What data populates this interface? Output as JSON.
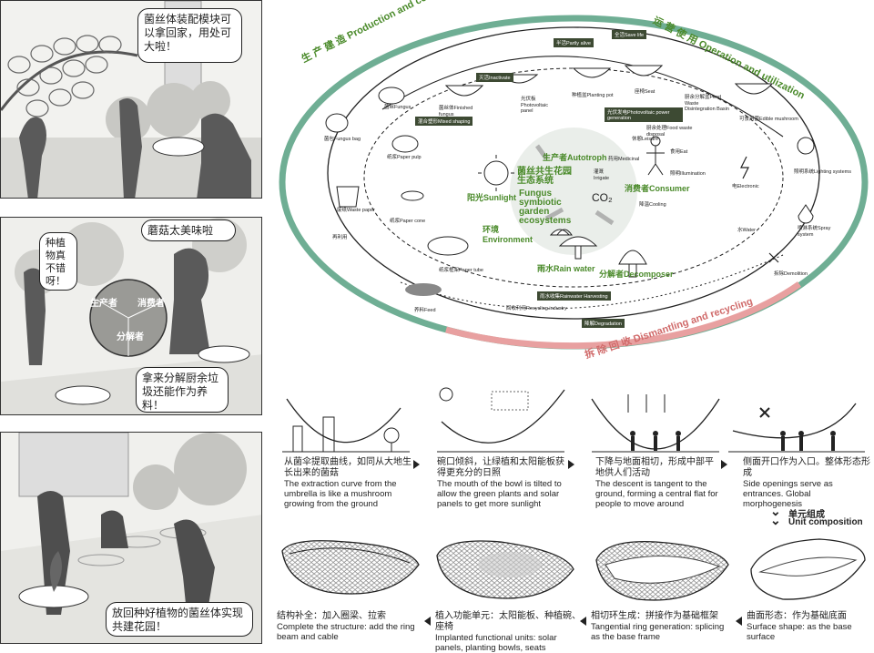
{
  "comic": {
    "panel1": {
      "bubble": "菌丝体装配模块可以拿回家，用处可大啦！"
    },
    "panel2": {
      "bubble_a": "种植物真不错呀！",
      "bubble_b": "蘑菇太美味啦",
      "bubble_c": "拿来分解厨余垃圾还能作为养料！",
      "wheel": {
        "producer": "生产者",
        "consumer": "消费者",
        "decomposer": "分解者"
      }
    },
    "panel3": {
      "bubble": "放回种好植物的菌丝体实现共建花园！"
    }
  },
  "diagram": {
    "arc_top_left": "生 产 建 造 Production and construction",
    "arc_top_right": "运 营 使 用 Operation and utilization",
    "arc_bottom": "拆 除 回 收 Dismantling and recycling",
    "center": {
      "title_cn": "菌丝共生花园生态系统",
      "title_en": "Fungus symbiotic garden ecosystems",
      "sunlight": "阳光Sunlight",
      "environment_cn": "环境",
      "environment_en": "Environment",
      "co2": "CO₂",
      "rainwater": "雨水Rain water",
      "autotroph": "生产者Autotroph",
      "consumer": "消费者Consumer",
      "decomposer": "分解者Decomposer"
    },
    "nodes": {
      "fungus_bag": "菌包Fungus bag",
      "fungus": "菌丝Fungus",
      "paper_pulp": "纸浆Paper pulp",
      "waste_paper": "废纸Waste paper",
      "paper_cone": "纸浆Paper cone",
      "paper_tube": "纸浆框架Paper tube",
      "feed": "养料Feed",
      "finished_fungus": "菌丝体Finished fungus",
      "mixed_shaping": "混合塑形Mixed shaping",
      "inactivate": "灭活Inactivate",
      "pv_panel": "光伏板Photovoltaic panel",
      "planting_pot": "种植盆Planting pot",
      "seat": "座椅Seat",
      "partly_alive": "半活Partly alive",
      "save_life": "全活Save life",
      "pv_generation": "光伏发电Photovoltaic power generation",
      "food_waste_basin": "厨余分解盆Food Waste Disintegration Basin",
      "edible_mushroom": "可食用菌Edible mushroom",
      "lighting_systems": "照明系统Lighting systems",
      "electronic": "电Electronic",
      "spray_system": "喷淋系统Spray system",
      "water": "水Water",
      "demolition": "拆除Demolition",
      "food_waste_disposal": "厨余处理Food waste disposal",
      "eat": "食用Eat",
      "medicinal": "药用Medicinal",
      "leisure": "休憩Leisure",
      "illumination": "照明Illumination",
      "irrigate": "灌溉Irrigate",
      "cooling": "降温Cooling",
      "rainwater_harvesting": "雨水收集Rainwater Harvesting",
      "recycling_industry": "回收利用Recycling industry",
      "degradation": "降解Degradation",
      "reuse": "再利用"
    }
  },
  "steps_top": [
    {
      "cn": "从菌伞提取曲线，如同从大地生长出来的菌菇",
      "en": "The extraction curve from the umbrella is like a mushroom growing from the ground"
    },
    {
      "cn": "碗口倾斜，让绿植和太阳能板获得更充分的日照",
      "en": "The mouth of the bowl is tilted to allow the green plants and solar panels to get more sunlight"
    },
    {
      "cn": "下降与地面相切，形成中部平地供人们活动",
      "en": "The descent is tangent to the ground, forming a central flat for people to move around"
    },
    {
      "cn": "侧面开口作为入口。整体形态形成",
      "en": "Side openings serve as entrances. Global morphogenesis"
    }
  ],
  "unit_composition": {
    "cn": "单元组成",
    "en": "Unit composition"
  },
  "steps_bottom": [
    {
      "cn": "结构补全：加入圈梁、拉索",
      "en": "Complete the structure: add the ring beam and cable"
    },
    {
      "cn": "植入功能单元：太阳能板、种植碗、座椅",
      "en": "Implanted functional units: solar panels, planting bowls, seats"
    },
    {
      "cn": "相切环生成：拼接作为基础框架",
      "en": "Tangential ring generation: splicing as the base frame"
    },
    {
      "cn": "曲面形态：作为基础底面",
      "en": "Surface shape: as the base surface"
    }
  ],
  "colors": {
    "green_arc": "#6fae94",
    "pink_arc": "#e8a0a0",
    "label_green": "#4a8a2a",
    "tag_bg": "#3d4a33"
  }
}
